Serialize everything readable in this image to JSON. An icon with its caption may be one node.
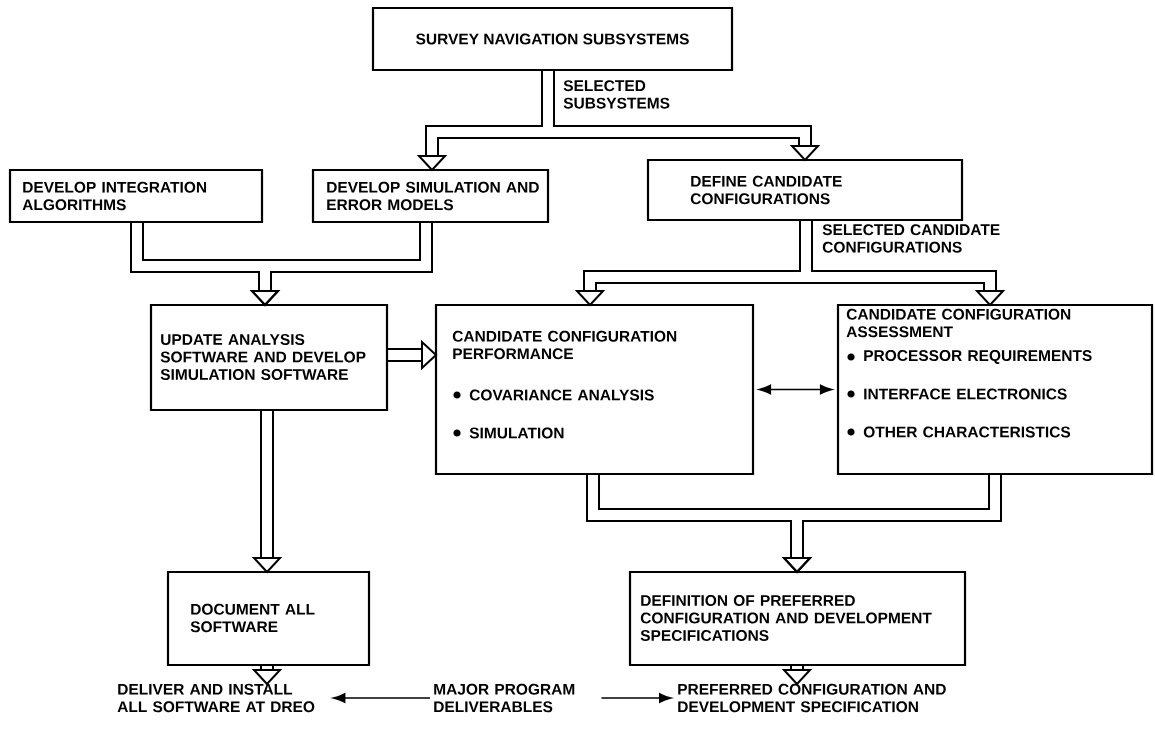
{
  "diagram": {
    "nodes": [
      {
        "text": [
          "SURVEY NAVIGATION SUBSYSTEMS"
        ]
      },
      {
        "text": [
          "DEVELOP INTEGRATION ALGORITHMS"
        ]
      },
      {
        "text": [
          "DEVELOP SIMULATION AND ERROR MODELS"
        ]
      },
      {
        "text": [
          "DEFINE CANDIDATE CONFIGURATIONS"
        ]
      },
      {
        "text": [
          "UPDATE ANALYSIS SOFTWARE AND DEVELOP SIMULATION SOFTWARE"
        ]
      },
      {
        "text": [
          "CANDIDATE CONFIGURATION PERFORMANCE",
          "COVARIANCE ANALYSIS",
          "SIMULATION"
        ]
      },
      {
        "text": [
          "CANDIDATE CONFIGURATION ASSESSMENT",
          "PROCESSOR REQUIREMENTS",
          "INTERFACE ELECTRONICS",
          "OTHER CHARACTERISTICS"
        ]
      },
      {
        "text": [
          "DOCUMENT ALL SOFTWARE"
        ]
      },
      {
        "text": [
          "DEFINITION OF PREFERRED CONFIGURATION AND DEVELOPMENT SPECIFICATIONS"
        ]
      },
      {
        "text": [
          "DELIVER AND INSTALL ALL SOFTWARE AT DREO"
        ]
      },
      {
        "text": [
          "MAJOR PROGRAM DELIVERABLES"
        ]
      },
      {
        "text": [
          "PREFERRED CONFIGURATION AND DEVELOPMENT SPECIFICATION"
        ]
      }
    ],
    "edges": [
      {
        "from": 0,
        "to": 2,
        "arrow": "to",
        "label": "SELECTED SUBSYSTEMS"
      },
      {
        "from": 0,
        "to": 3,
        "arrow": "to"
      },
      {
        "from": 1,
        "to": 4,
        "arrow": "to"
      },
      {
        "from": 2,
        "to": 4,
        "arrow": "to"
      },
      {
        "from": 3,
        "to": 5,
        "arrow": "to",
        "label": "SELECTED CANDIDATE CONFIGURATIONS"
      },
      {
        "from": 3,
        "to": 6,
        "arrow": "to"
      },
      {
        "from": 4,
        "to": 5,
        "arrow": "to"
      },
      {
        "from": 5,
        "to": 6,
        "arrow": "both"
      },
      {
        "from": 4,
        "to": 7,
        "arrow": "to"
      },
      {
        "from": 5,
        "to": 8,
        "arrow": "to"
      },
      {
        "from": 6,
        "to": 8,
        "arrow": "to"
      },
      {
        "from": 7,
        "to": 9,
        "arrow": "to"
      },
      {
        "from": 8,
        "to": 11,
        "arrow": "to"
      },
      {
        "from": 10,
        "to": 9,
        "arrow": "to"
      },
      {
        "from": 10,
        "to": 11,
        "arrow": "to"
      }
    ]
  }
}
